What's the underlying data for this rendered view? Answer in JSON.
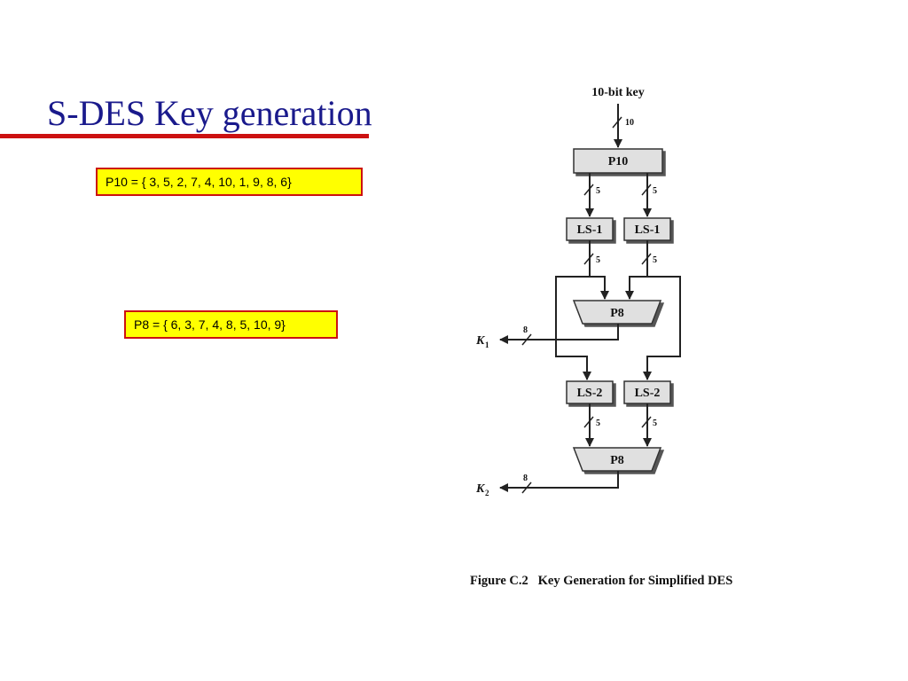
{
  "slide": {
    "title": "S-DES Key generation",
    "p10_text": "P10 = { 3, 5, 2, 7, 4, 10, 1, 9, 8, 6}",
    "p8_text": "P8 = { 6, 3, 7, 4, 8, 5, 10, 9}"
  },
  "figure": {
    "input_label": "10-bit key",
    "input_width": "10",
    "p10_label": "P10",
    "ls1_label": "LS-1",
    "ls2_label": "LS-2",
    "p8_label": "P8",
    "width_5": "5",
    "width_8": "8",
    "k1_label": "K",
    "k1_sub": "1",
    "k2_label": "K",
    "k2_sub": "2",
    "caption": "Figure C.2   Key Generation for Simplified DES"
  },
  "colors": {
    "title": "#1a1a8c",
    "rule": "#cc1111",
    "box_fill": "#ffff00",
    "box_border": "#cc1111",
    "block_fill": "#e0e0e0"
  }
}
